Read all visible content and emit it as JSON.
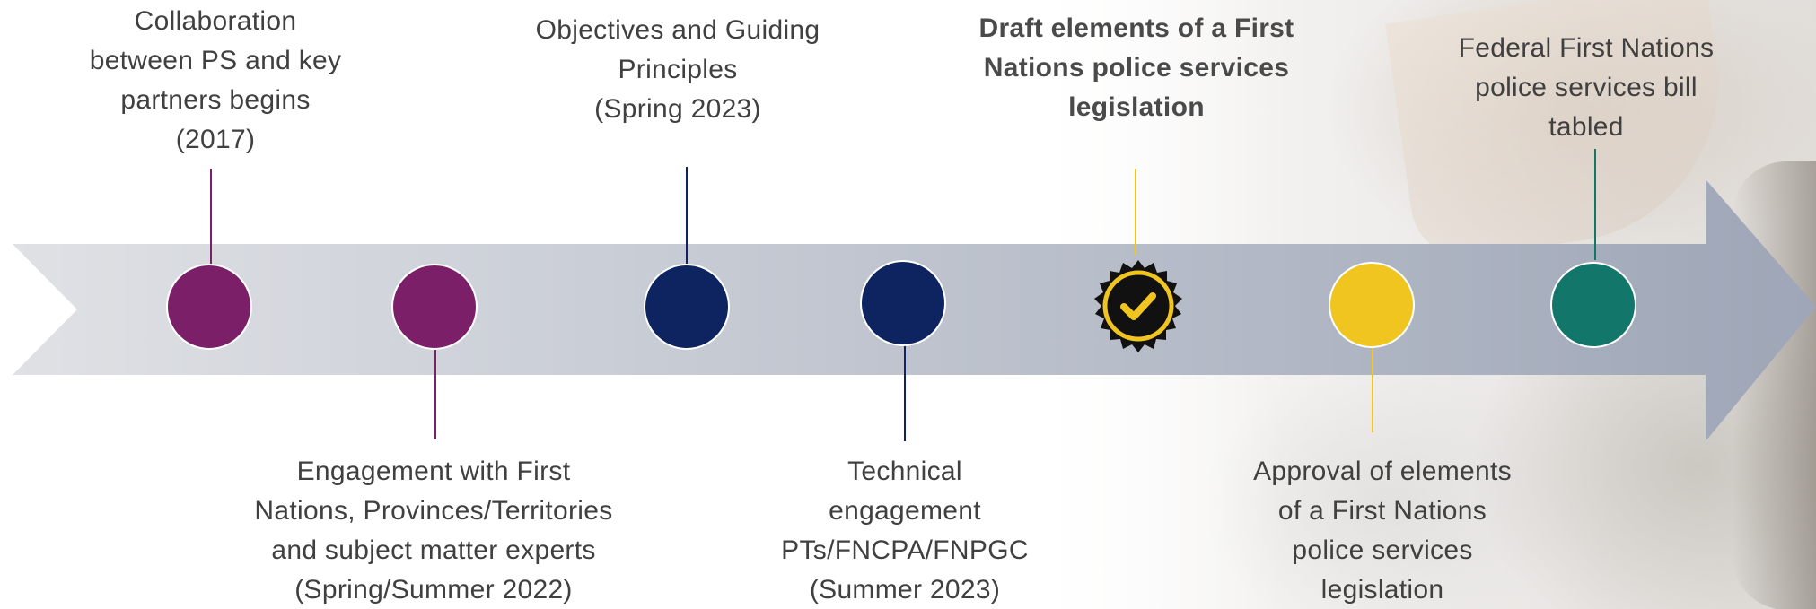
{
  "timeline": {
    "colors": {
      "purple": "#7b1f69",
      "navy": "#0d2461",
      "gold": "#f0c520",
      "teal": "#13766b",
      "arrow_start": "#dfe1e5",
      "arrow_end": "#9ea6b7",
      "badge_black": "#111111"
    },
    "milestones": [
      {
        "id": "collaboration",
        "color": "purple",
        "label_lines": [
          "Collaboration",
          "between PS and key",
          "partners begins",
          "(2017)"
        ]
      },
      {
        "id": "engagement",
        "color": "purple",
        "label_lines": [
          "Engagement  with First",
          "Nations, Provinces/Territories",
          "and subject matter experts",
          "(Spring/Summer  2022)"
        ]
      },
      {
        "id": "objectives",
        "color": "navy",
        "label_lines": [
          "Objectives and Guiding",
          "Principles",
          "(Spring 2023)"
        ]
      },
      {
        "id": "technical",
        "color": "navy",
        "label_lines": [
          "Technical",
          "engagement",
          "PTs/FNCPA/FNPGC",
          "(Summer 2023)"
        ]
      },
      {
        "id": "draft",
        "color": "badge",
        "icon": "checkmark-badge-icon",
        "label_lines": [
          "Draft elements of a First",
          "Nations police services",
          "legislation"
        ]
      },
      {
        "id": "approval",
        "color": "gold",
        "label_lines": [
          "Approval of elements",
          "of a First Nations",
          "police services",
          "legislation"
        ]
      },
      {
        "id": "federal-bill",
        "color": "teal",
        "label_lines": [
          "Federal First Nations",
          "police services bill",
          "tabled"
        ]
      }
    ]
  }
}
